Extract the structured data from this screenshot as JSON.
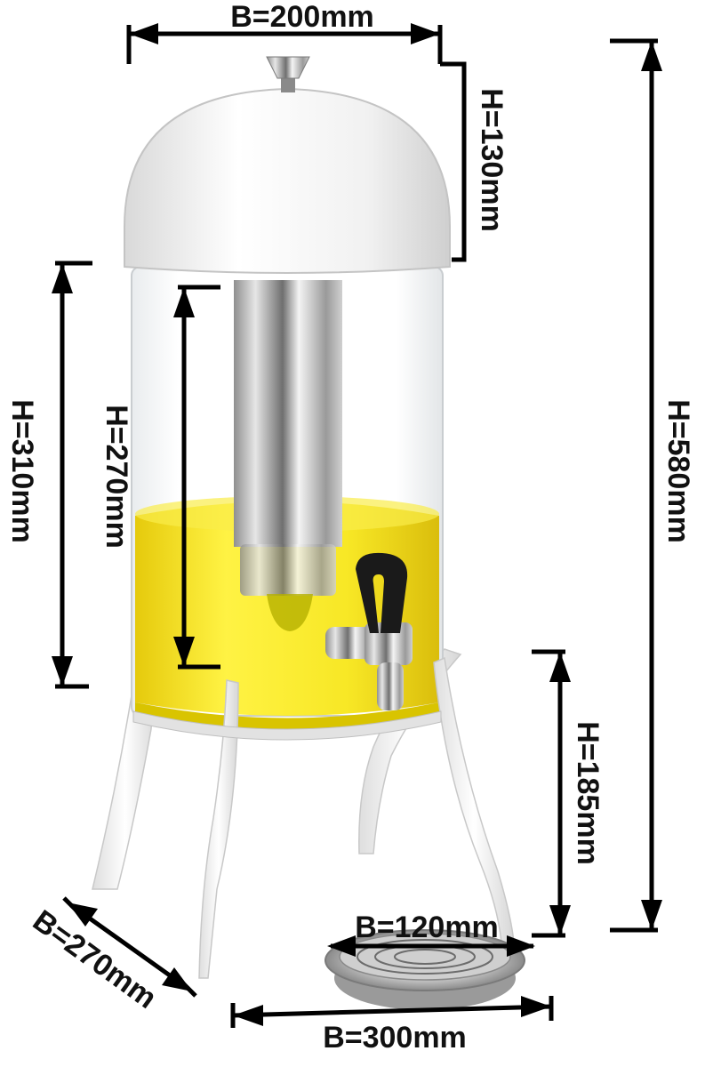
{
  "dimensions": {
    "top_width": "B=200mm",
    "lid_height": "H=130mm",
    "total_height": "H=580mm",
    "container_height": "H=310mm",
    "tube_height": "H=270mm",
    "tap_height": "H=185mm",
    "drip_tray_width": "B=120mm",
    "base_depth": "B=270mm",
    "base_width": "B=300mm"
  },
  "colors": {
    "dimension_lines": "#000000",
    "lid": "#f2f2f2",
    "liquid": "#f2e010",
    "steel": "#b8b8b8",
    "tap_handle": "#1a1a1a"
  }
}
